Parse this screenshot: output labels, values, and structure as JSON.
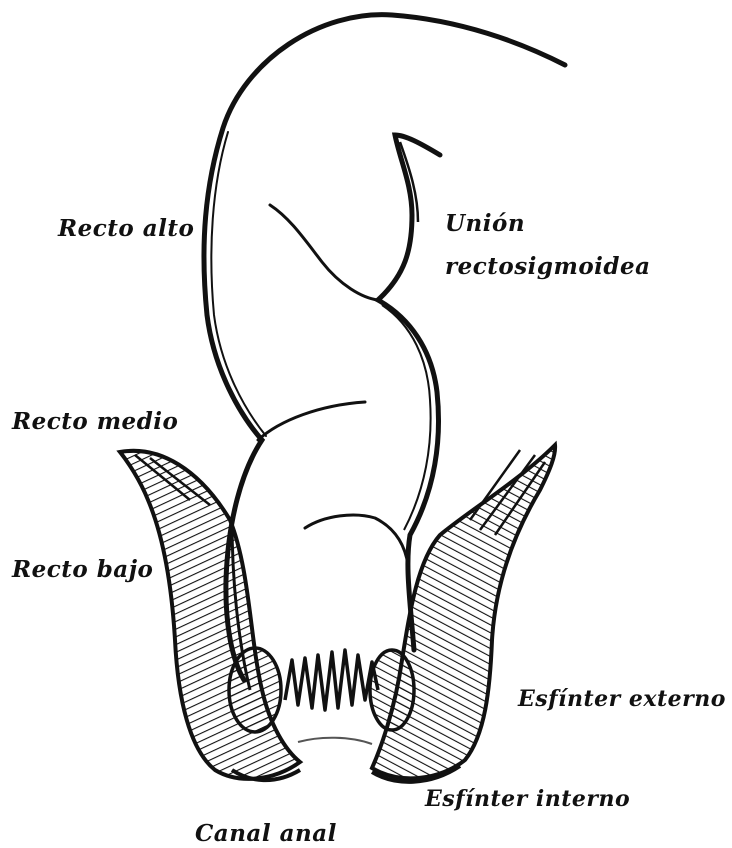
{
  "labels": {
    "recto_alto": "Recto alto",
    "union_line1": "Unión",
    "union_line2": "rectosigmoidea",
    "recto_medio": "Recto medio",
    "recto_bajo": "Recto bajo",
    "esfinter_externo": "Esfínter externo",
    "esfinter_interno": "Esfínter interno",
    "canal_anal": "Canal anal"
  },
  "colors": {
    "ink": "#111111",
    "background": "#ffffff"
  }
}
